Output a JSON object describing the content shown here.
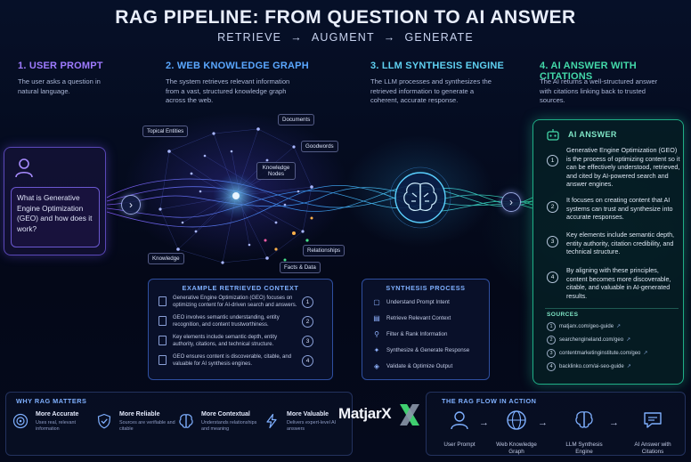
{
  "header": {
    "title": "RAG PIPELINE: FROM QUESTION TO AI ANSWER",
    "subtitle_steps": [
      "RETRIEVE",
      "AUGMENT",
      "GENERATE"
    ],
    "arrow": "→"
  },
  "steps": [
    {
      "title": "1. USER PROMPT",
      "desc": "The user asks a question in natural language."
    },
    {
      "title": "2. WEB KNOWLEDGE GRAPH",
      "desc": "The system retrieves relevant information from a vast, structured knowledge graph across the web."
    },
    {
      "title": "3. LLM SYNTHESIS ENGINE",
      "desc": "The LLM processes and synthesizes the retrieved information to generate a coherent, accurate response."
    },
    {
      "title": "4. AI ANSWER WITH CITATIONS",
      "desc": "The AI returns a well-structured answer with citations linking back to trusted sources."
    }
  ],
  "prompt": {
    "question": "What is Generative Engine Optimization (GEO) and how does it work?"
  },
  "graph_labels": {
    "topical_entities": "Topical Entities",
    "documents": "Documents",
    "goodwords": "Goodwords",
    "knowledge_nodes": "Knowledge Nodes",
    "relationships": "Relationships",
    "knowledge": "Knowledge",
    "facts_data": "Facts & Data"
  },
  "context_panel": {
    "title": "EXAMPLE RETRIEVED CONTEXT",
    "items": [
      {
        "text": "Generative Engine Optimization (GEO) focuses on optimizing content for AI-driven search and answers.",
        "num": "1"
      },
      {
        "text": "GEO involves semantic understanding, entity recognition, and content trustworthiness.",
        "num": "2"
      },
      {
        "text": "Key elements include semantic depth, entity authority, citations, and technical structure.",
        "num": "3"
      },
      {
        "text": "GEO ensures content is discoverable, citable, and valuable for AI synthesis engines.",
        "num": "4"
      }
    ]
  },
  "synthesis_panel": {
    "title": "SYNTHESIS PROCESS",
    "items": [
      "Understand Prompt Intent",
      "Retrieve Relevant Context",
      "Filter & Rank Information",
      "Synthesize & Generate Response",
      "Validate & Optimize Output"
    ]
  },
  "answer": {
    "title": "AI ANSWER",
    "items": [
      {
        "num": "1",
        "text": "Generative Engine Optimization (GEO) is the process of optimizing content so it can be effectively understood, retrieved, and cited by AI-powered search and answer engines."
      },
      {
        "num": "2",
        "text": "It focuses on creating content that AI systems can trust and synthesize into accurate responses."
      },
      {
        "num": "3",
        "text": "Key elements include semantic depth, entity authority, citation credibility, and technical structure."
      },
      {
        "num": "4",
        "text": "By aligning with these principles, content becomes more discoverable, citable, and valuable in AI-generated results."
      }
    ],
    "sources_title": "SOURCES",
    "sources": [
      {
        "num": "1",
        "url": "matjarx.com/geo-guide"
      },
      {
        "num": "2",
        "url": "searchengineland.com/geo"
      },
      {
        "num": "3",
        "url": "contentmarketinginstitute.com/geo"
      },
      {
        "num": "4",
        "url": "backlinko.com/ai-seo-guide"
      }
    ],
    "ext_glyph": "↗"
  },
  "why_rag": {
    "title": "WHY RAG MATTERS",
    "items": [
      {
        "icon": "target-icon",
        "heading": "More Accurate",
        "desc": "Uses real, relevant information"
      },
      {
        "icon": "shield-check-icon",
        "heading": "More Reliable",
        "desc": "Sources are verifiable and citable"
      },
      {
        "icon": "brain-icon",
        "heading": "More Contextual",
        "desc": "Understands relationships and meaning"
      },
      {
        "icon": "lightning-icon",
        "heading": "More Valuable",
        "desc": "Delivers expert-level AI answers"
      }
    ]
  },
  "logo": {
    "text": "MatjarX"
  },
  "flow": {
    "title": "THE RAG FLOW IN ACTION",
    "steps": [
      "User Prompt",
      "Web Knowledge Graph",
      "LLM Synthesis Engine",
      "AI Answer with Citations"
    ],
    "arrow": "→"
  },
  "colors": {
    "background": "#050a1c",
    "purple": "#9f7bff",
    "blue": "#5aa7ff",
    "cyan": "#5fd0f0",
    "green": "#43d9a9"
  }
}
